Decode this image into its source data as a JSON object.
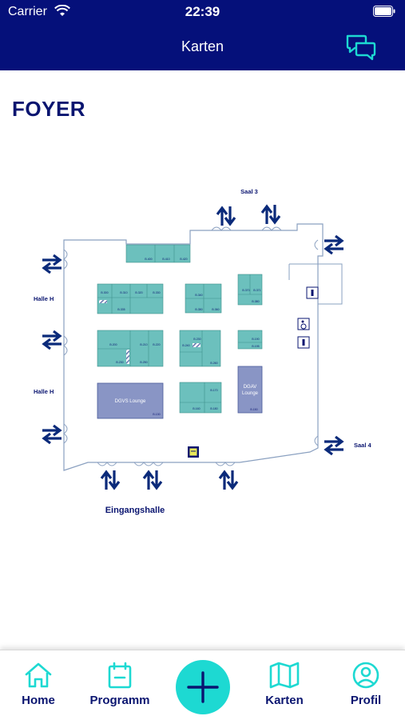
{
  "status": {
    "carrier": "Carrier",
    "time": "22:39"
  },
  "nav": {
    "title": "Karten"
  },
  "page": {
    "title": "FOYER"
  },
  "map": {
    "labels": {
      "saal3": "Saal 3",
      "saal4": "Saal 4",
      "halle_h_top": "Halle H",
      "halle_h_bottom": "Halle H",
      "eingangshalle": "Eingangshalle",
      "dgvs_lounge": "DGVS Lounge",
      "dgav_lounge_1": "DGAV",
      "dgav_lounge_2": "Lounge"
    },
    "booths": {
      "top_row": [
        "B.400",
        "B.410",
        "B.420"
      ],
      "block_a_top": [
        "B.300",
        "B.310",
        "B.320",
        "B.330",
        "B.335"
      ],
      "block_a_bottom": [
        "B.200",
        "B.210",
        "B.220",
        "B.230",
        "B.250"
      ],
      "block_b": [
        "B.340",
        "B.350",
        "B.360"
      ],
      "block_c": [
        "B.370",
        "B.371",
        "B.380"
      ],
      "block_d": [
        "B.230",
        "B.240",
        "B.260"
      ],
      "block_e": [
        "B.190",
        "B.195"
      ],
      "block_f": [
        "B.160",
        "B.170",
        "B.180"
      ],
      "dgvs": "B.130",
      "dgav": "B.150"
    }
  },
  "tabs": [
    {
      "label": "Home"
    },
    {
      "label": "Programm"
    },
    {
      "label": "Karten"
    },
    {
      "label": "Profil"
    }
  ],
  "colors": {
    "navy": "#05107a",
    "accent": "#1dd9d2",
    "booth": "#6cc0bd",
    "lounge": "#8995c5"
  }
}
